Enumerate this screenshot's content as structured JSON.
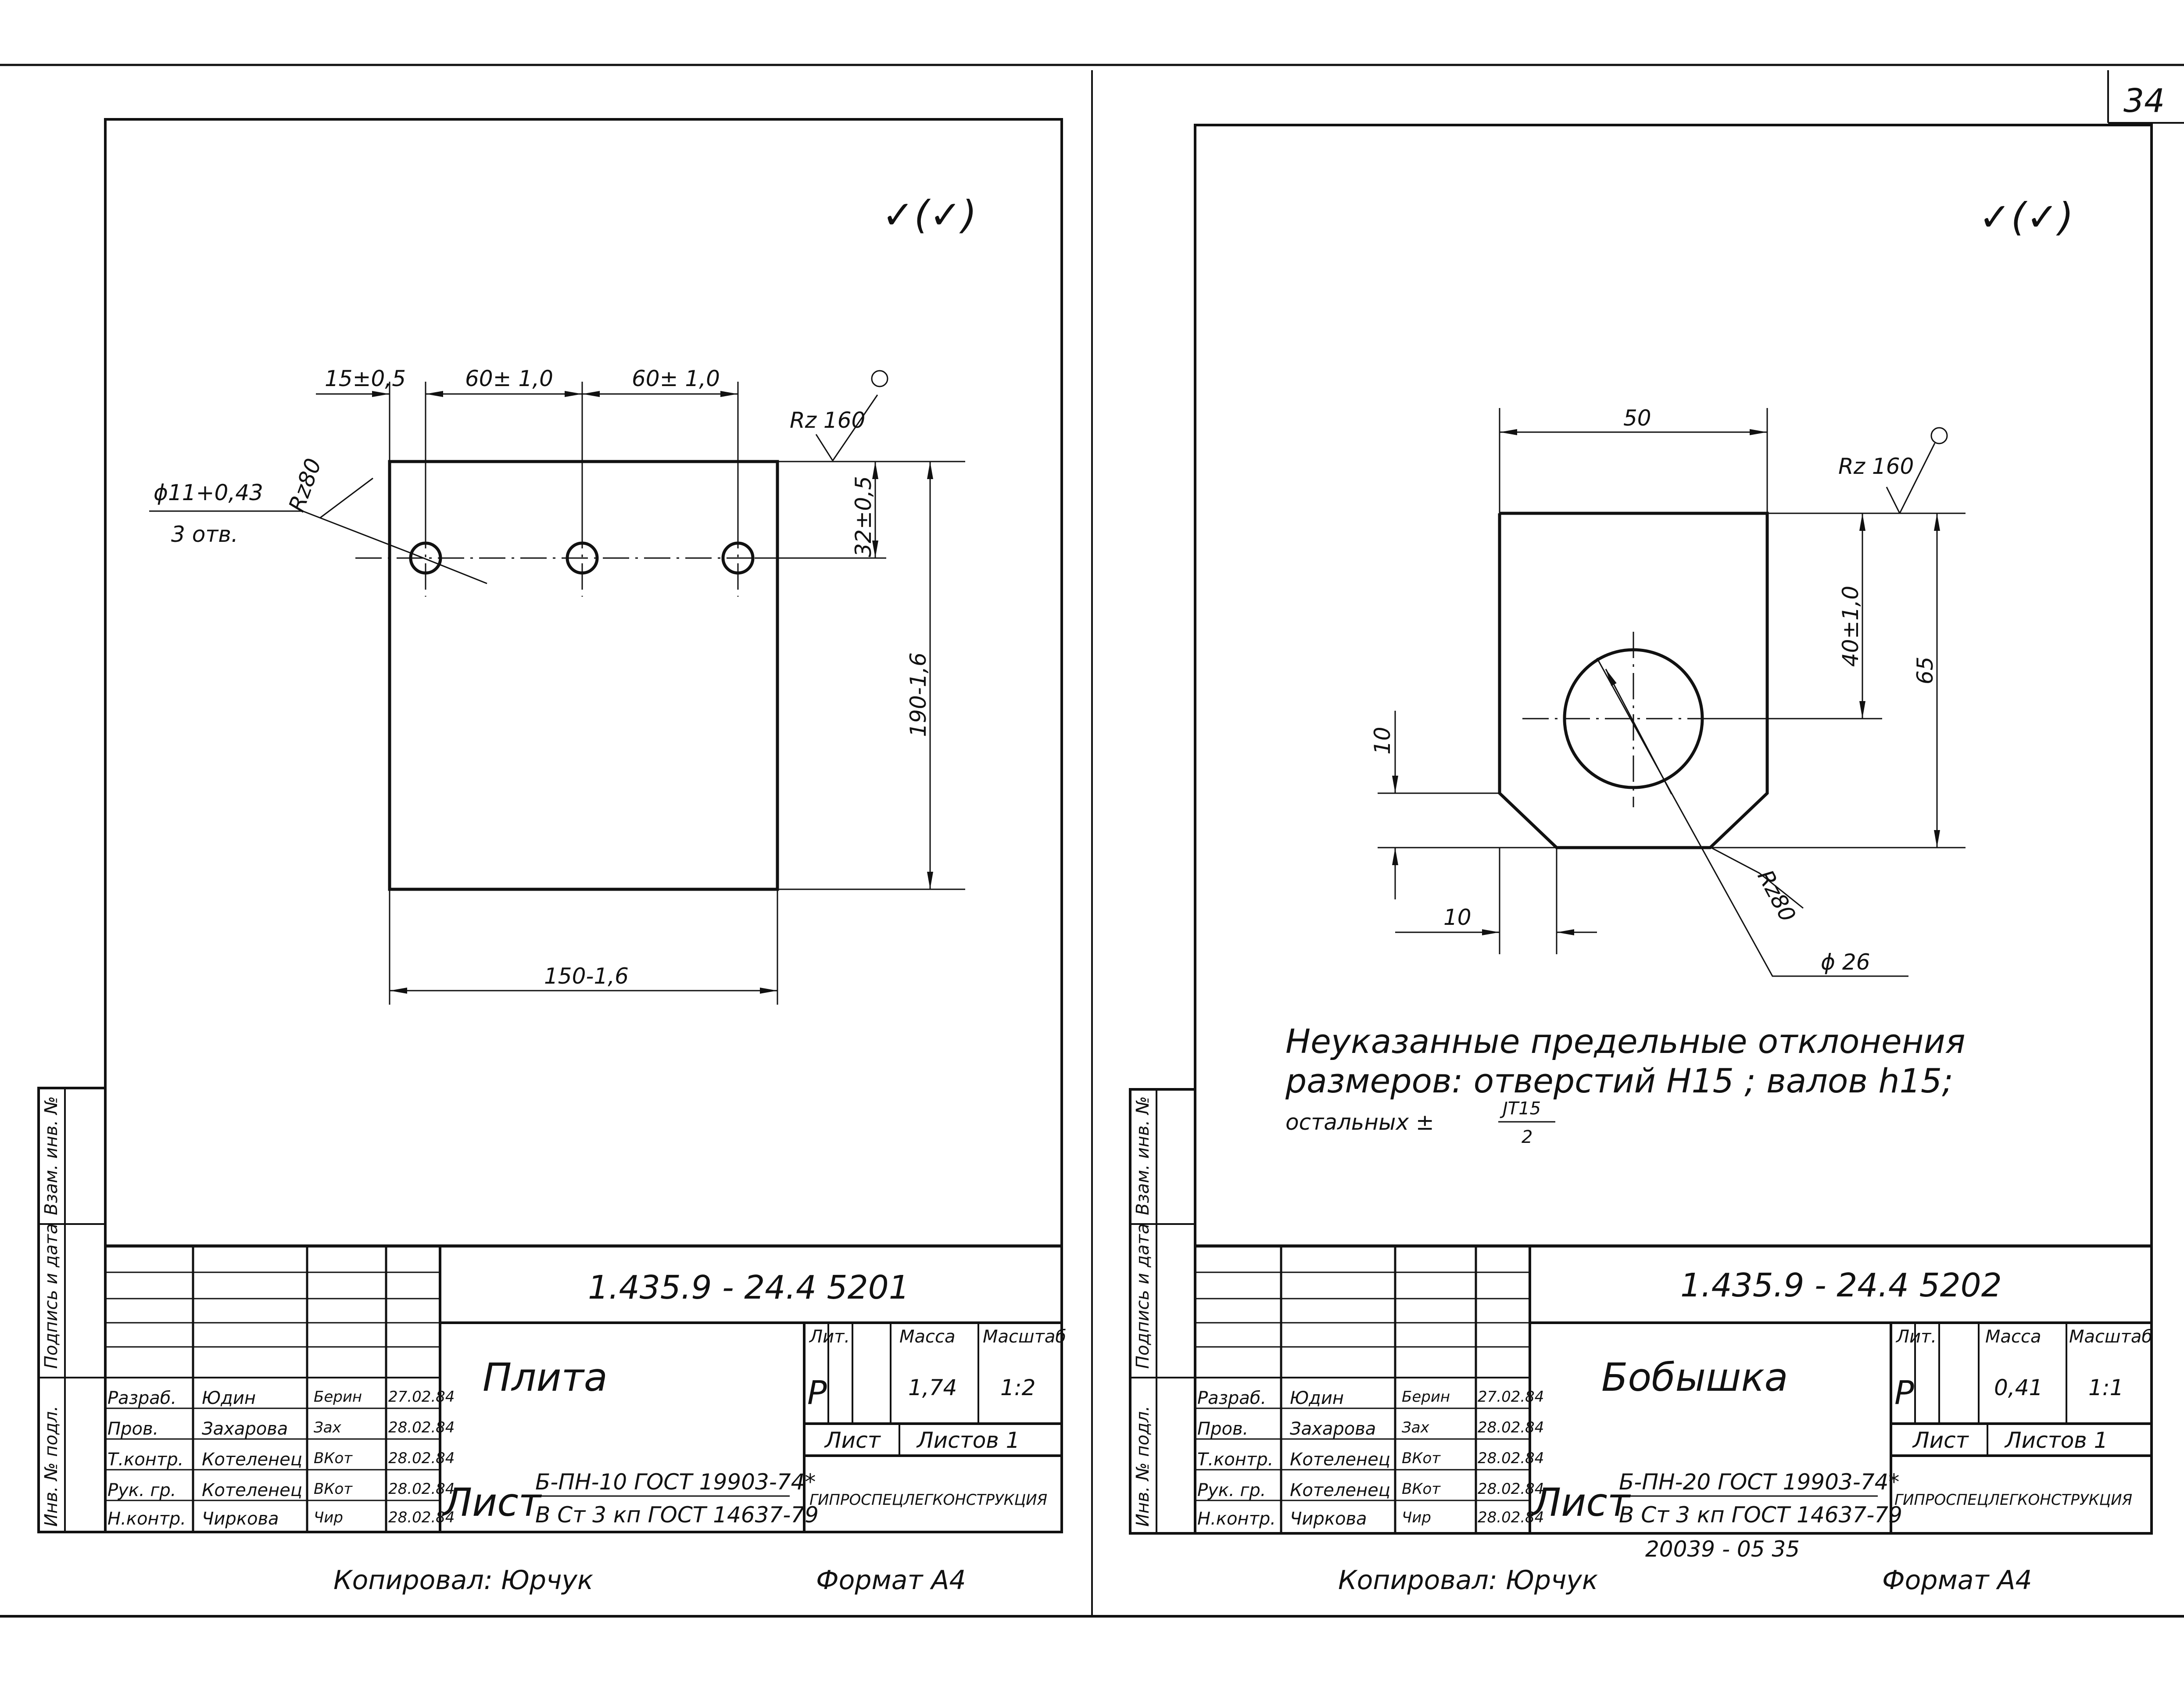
{
  "page_number": "34",
  "roughness_general": "✓(✓)",
  "left": {
    "dims": {
      "d15": "15±0,5",
      "d60a": "60± 1,0",
      "d60b": "60± 1,0",
      "hole": "ϕ11+0,43",
      "holes_count": "3 отв.",
      "rz_cut": "Rz80",
      "rz_top": "Rz 160",
      "d32": "32±0,5",
      "d190": "190-1,6",
      "d150": "150-1,6"
    },
    "title_block": {
      "code": "1.435.9 - 24.4 5201",
      "name": "Плита",
      "col_lit": "Лит.",
      "col_mass": "Масса",
      "col_scale": "Масштаб",
      "lit": "Р",
      "mass": "1,74",
      "scale": "1:2",
      "sheet_label": "Лист",
      "sheets_label": "Листов 1",
      "material_label": "Лист",
      "material_line1": "Б-ПН-10 ГОСТ 19903-74*",
      "material_line2": "В Ст 3 кп ГОСТ 14637-79",
      "org": "ГИПРОСПЕЦЛЕГКОНСТРУКЦИЯ",
      "signatures": [
        {
          "role": "Разраб.",
          "name": "Юдин",
          "sign": "Берин",
          "date": "27.02.84"
        },
        {
          "role": "Пров.",
          "name": "Захарова",
          "sign": "Зах",
          "date": "28.02.84"
        },
        {
          "role": "Т.контр.",
          "name": "Котеленец",
          "sign": "ВКот",
          "date": "28.02.84"
        },
        {
          "role": "Рук. гр.",
          "name": "Котеленец",
          "sign": "ВКот",
          "date": "28.02.84"
        },
        {
          "role": "Н.контр.",
          "name": "Чиркова",
          "sign": "Чир",
          "date": "28.02.84"
        }
      ]
    },
    "side_labels": [
      "Инв. № подл.",
      "Подпись и дата",
      "Взам. инв. №"
    ],
    "copied_by": "Копировал:  Юрчук",
    "format": "Формат А4"
  },
  "right": {
    "dims": {
      "d50": "50",
      "rz_top": "Rz 160",
      "d40": "40±1,0",
      "d65": "65",
      "d10v": "10",
      "d10h": "10",
      "rz_cut": "Rz80",
      "dia": "ϕ 26"
    },
    "note_line1": "Неуказанные   предельные   отклонения",
    "note_line2": "размеров:  отверстий   H15 ;  валов  h15;",
    "note_line3": "остальных ±",
    "note_frac_num": "JT15",
    "note_frac_den": "2",
    "title_block": {
      "code": "1.435.9 - 24.4  5202",
      "name": "Бобышка",
      "col_lit": "Лит.",
      "col_mass": "Масса",
      "col_scale": "Масштаб",
      "lit": "Р",
      "mass": "0,41",
      "scale": "1:1",
      "sheet_label": "Лист",
      "sheets_label": "Листов 1",
      "material_label": "Лист",
      "material_line1": "Б-ПН-20 ГОСТ 19903-74*",
      "material_line2": "В Ст 3 кп ГОСТ 14637-79",
      "org": "ГИПРОСПЕЦЛЕГКОНСТРУКЦИЯ",
      "signatures": [
        {
          "role": "Разраб.",
          "name": "Юдин",
          "sign": "Берин",
          "date": "27.02.84"
        },
        {
          "role": "Пров.",
          "name": "Захарова",
          "sign": "Зах",
          "date": "28.02.84"
        },
        {
          "role": "Т.контр.",
          "name": "Котеленец",
          "sign": "ВКот",
          "date": "28.02.84"
        },
        {
          "role": "Рук. гр.",
          "name": "Котеленец",
          "sign": "ВКот",
          "date": "28.02.84"
        },
        {
          "role": "Н.контр.",
          "name": "Чиркова",
          "sign": "Чир",
          "date": "28.02.84"
        }
      ]
    },
    "side_labels": [
      "Инв. № подл.",
      "Подпись и дата",
      "Взам. инв. №"
    ],
    "stamp": "20039 - 05     35",
    "copied_by": "Копировал:  Юрчук",
    "format": "Формат А4"
  }
}
